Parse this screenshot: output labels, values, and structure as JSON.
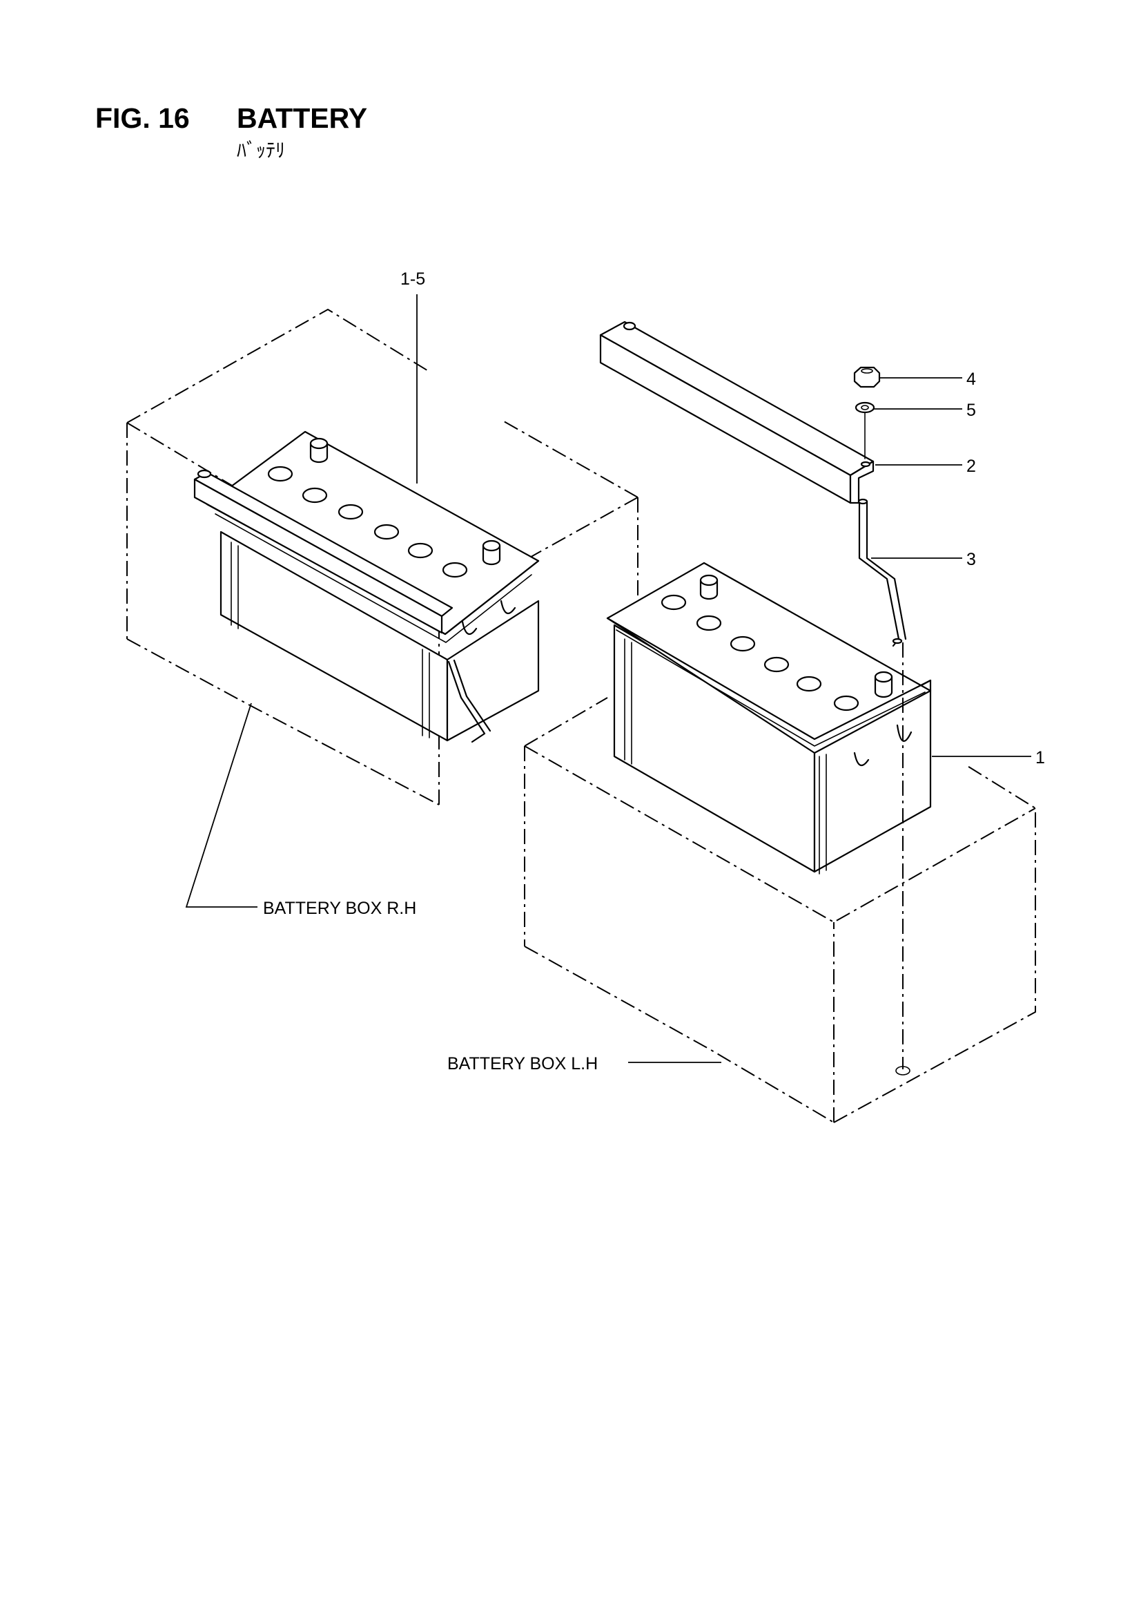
{
  "header": {
    "figure_number": "FIG. 16",
    "title": "BATTERY",
    "subtitle_jp": "ﾊﾞｯﾃﾘ"
  },
  "callouts": {
    "c1_5": "1-5",
    "c4": "4",
    "c5": "5",
    "c2": "2",
    "c3": "3",
    "c1": "1"
  },
  "labels": {
    "box_rh": "BATTERY BOX R.H",
    "box_lh": "BATTERY BOX L.H"
  }
}
